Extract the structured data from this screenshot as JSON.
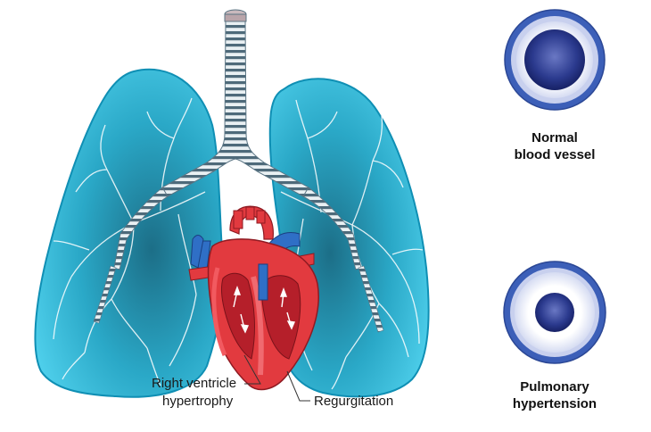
{
  "labels": {
    "right_ventricle_line1": "Right ventricle",
    "right_ventricle_line2": "hypertrophy",
    "regurgitation": "Regurgitation",
    "normal_line1": "Normal",
    "normal_line2": "blood vessel",
    "pulmonary_line1": "Pulmonary",
    "pulmonary_line2": "hypertension"
  },
  "colors": {
    "lung_fill": "#3fc3e0",
    "lung_edge": "#0f8fb4",
    "lung_dark": "#1b6f86",
    "vessel_lines": "#ffffff",
    "trachea_ring": "#3b5a6b",
    "heart_red": "#e23a3f",
    "heart_dark": "#b51f2a",
    "heart_blue": "#2f6fc6",
    "vessel_outer": "#3b5fb8",
    "vessel_wall": "#dfe4f5",
    "vessel_lumen": "#16236a"
  }
}
